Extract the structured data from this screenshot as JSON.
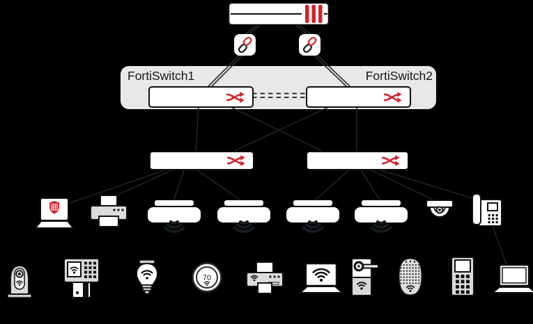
{
  "diagram": {
    "type": "network-topology",
    "labels": {
      "fortiswitch1": "FortiSwitch1",
      "fortiswitch2": "FortiSwitch2",
      "thermostat_reading": "70"
    },
    "colors": {
      "background": "#000000",
      "fortinet_red": "#d2232a",
      "group_background": "#e8e8e8",
      "device_fill": "#ffffff",
      "device_gray": "#d9d9d9",
      "outline": "#111111",
      "wire": "#20302c"
    },
    "nodes": {
      "tier1": [
        {
          "id": "fortigate",
          "icon": "fortigate-icon"
        }
      ],
      "link_aggregation": [
        {
          "id": "lag-link-1",
          "icon": "chain-link-icon"
        },
        {
          "id": "lag-link-2",
          "icon": "chain-link-icon"
        }
      ],
      "tier2": [
        {
          "id": "fortiswitch1",
          "icon": "switch-crossover-icon"
        },
        {
          "id": "fortiswitch2",
          "icon": "switch-crossover-icon"
        }
      ],
      "tier3": [
        {
          "id": "access-switch-1",
          "icon": "switch-crossover-icon"
        },
        {
          "id": "access-switch-2",
          "icon": "switch-crossover-icon"
        }
      ],
      "tier4": [
        "forticlient-laptop",
        "printer",
        "fortiap-1",
        "fortiap-2",
        "fortiap-3",
        "fortiap-4",
        "dome-camera",
        "ip-phone"
      ],
      "tier5": [
        "ptz-camera",
        "access-control-reader",
        "smart-bulb",
        "thermostat",
        "wireless-printer",
        "wireless-laptop",
        "smart-door-lock",
        "smart-speaker",
        "pos-terminal",
        "laptop"
      ]
    },
    "edges": [
      "fortigate-lag-link-1",
      "fortigate-lag-link-2",
      "lag-link-1-fortiswitch1",
      "lag-link-2-fortiswitch2",
      "fortiswitch1-fortiswitch2-dashed-icl",
      "fortiswitch1-access-switch-1",
      "fortiswitch1-access-switch-2",
      "fortiswitch2-access-switch-1",
      "fortiswitch2-access-switch-2",
      "access-switch-1-forticlient-laptop",
      "access-switch-1-printer",
      "access-switch-1-fortiap-1",
      "access-switch-1-fortiap-2",
      "access-switch-2-fortiap-3",
      "access-switch-2-fortiap-4",
      "access-switch-2-dome-camera",
      "access-switch-2-ip-phone",
      "ip-phone-laptop"
    ]
  }
}
